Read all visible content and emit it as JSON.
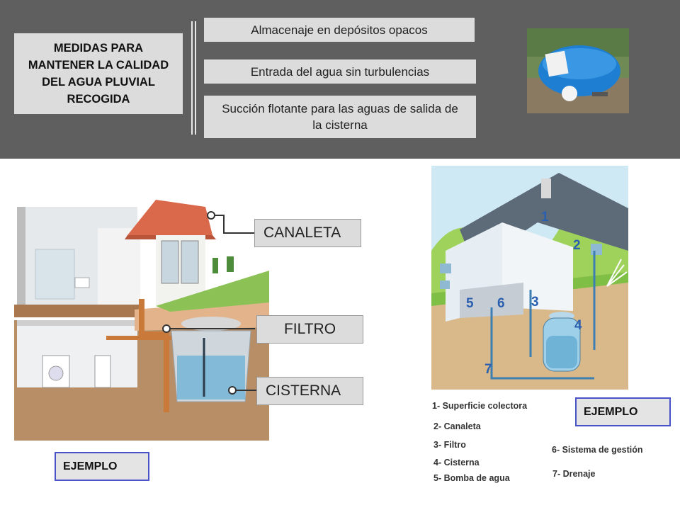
{
  "header": {
    "title": "MEDIDAS PARA MANTENER LA CALIDAD DEL AGUA PLUVIAL RECOGIDA",
    "measures": [
      "Almacenaje en depósitos opacos",
      "Entrada del agua sin turbulencias",
      "Succión flotante para las aguas de salida de la cisterna"
    ]
  },
  "left_diagram": {
    "labels": [
      "CANALETA",
      "FILTRO",
      "CISTERNA"
    ],
    "example_label": "EJEMPLO"
  },
  "right_diagram": {
    "numbers": [
      "1",
      "2",
      "3",
      "4",
      "5",
      "6",
      "7"
    ],
    "example_label": "EJEMPLO",
    "legend": [
      "1- Superficie colectora",
      "2- Canaleta",
      "3- Filtro",
      "4- Cisterna",
      "5- Bomba de agua",
      "6- Sistema de gestión",
      "7- Drenaje"
    ]
  },
  "colors": {
    "header_band": "#5f5f5f",
    "box_fill": "#dcdcdc",
    "example_border": "#4a52c8",
    "roof_tile": "#d9694a",
    "diagram_number": "#2a5fb0"
  }
}
